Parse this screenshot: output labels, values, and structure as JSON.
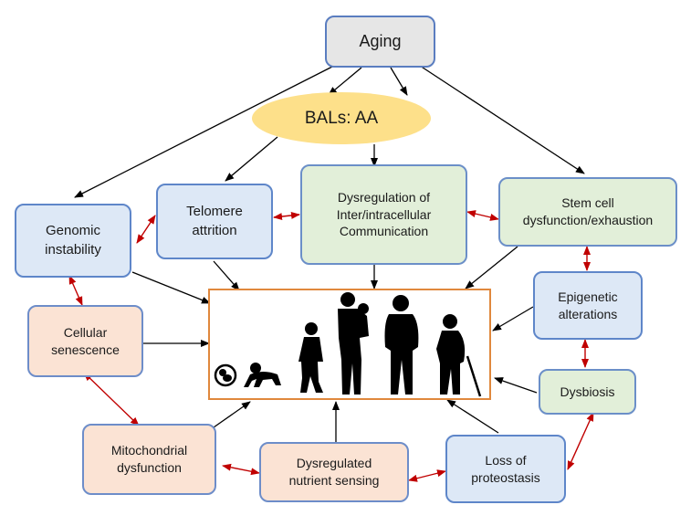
{
  "diagram": {
    "top_node": "Aging",
    "intervention": "BALs: AA",
    "hallmarks": {
      "genomic_instability": "Genomic\ninstability",
      "telomere_attrition": "Telomere\nattrition",
      "dysregulation_communication": "Dysregulation of\nInter/intracellular\nCommunication",
      "stem_cell_dysfunction": "Stem cell\ndysfunction/exhaustion",
      "epigenetic_alterations": "Epigenetic\nalterations",
      "dysbiosis": "Dysbiosis",
      "loss_of_proteostasis": "Loss of\nproteostasis",
      "dysregulated_nutrient_sensing": "Dysregulated\nnutrient sensing",
      "mitochondrial_dysfunction": "Mitochondrial\ndysfunction",
      "cellular_senescence": "Cellular\nsenescence"
    },
    "center_image": "human-aging-stages-silhouette",
    "colors": {
      "arrow_black": "#000000",
      "arrow_red": "#c00000",
      "box_border": "#5e86c9",
      "center_border": "#e0883d",
      "ellipse_fill": "#fde08a",
      "blue_fill": "#dde8f6",
      "green_fill": "#e2efd9",
      "peach_fill": "#fbe3d4",
      "gray_fill": "#e6e6e6"
    }
  }
}
